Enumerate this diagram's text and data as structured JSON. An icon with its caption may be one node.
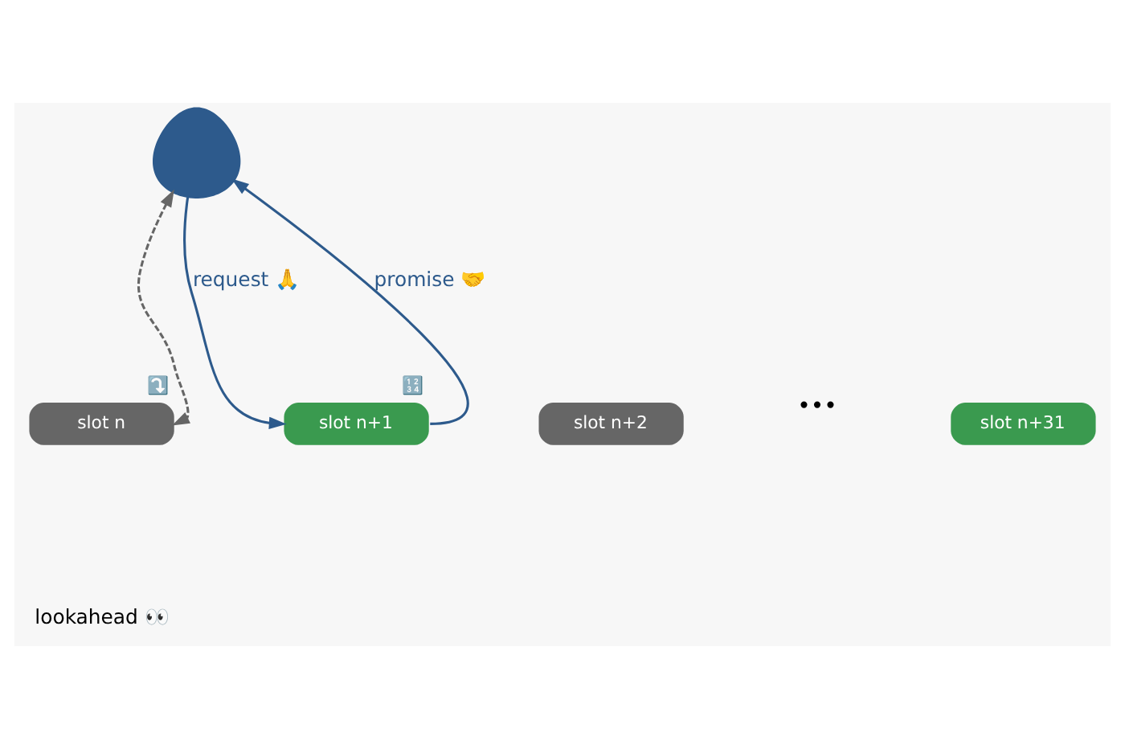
{
  "diagram": {
    "nodes": [
      {
        "text": [],
        "shape": "person"
      },
      {
        "text": [
          "slot n"
        ],
        "beside": [
          "⤵️"
        ]
      },
      {
        "text": [
          "slot n+1"
        ],
        "beside": [
          "🔢"
        ]
      },
      {
        "text": [
          "slot n+2"
        ]
      },
      {
        "text": [
          "slot n+31"
        ]
      }
    ],
    "edges": [
      {
        "from": 0,
        "to": 2,
        "arrow": "to",
        "label": "request 🙏"
      },
      {
        "from": 2,
        "to": 0,
        "arrow": "to",
        "label": "promise 🤝"
      },
      {
        "from": 0,
        "to": 1,
        "arrow": "both",
        "style": "dashed",
        "color": "#666666"
      }
    ],
    "labels": [
      "•••",
      "lookahead 👀"
    ]
  }
}
